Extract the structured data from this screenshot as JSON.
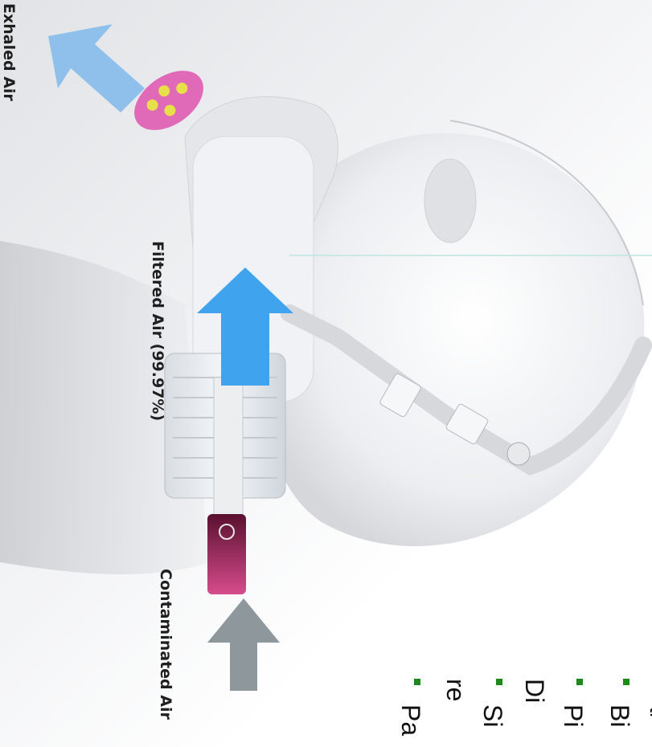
{
  "labels": {
    "exhaled": "Exhaled Air",
    "filtered": "Filtered Air (99.97%)",
    "contaminated": "Contaminated Air"
  },
  "bullets": {
    "top_fragment": "tl",
    "items": [
      "Bi",
      "Pi",
      "Di",
      "Si",
      "re",
      "Pa"
    ]
  },
  "colors": {
    "exhaled_arrow": "#8fc0ec",
    "filtered_arrow": "#3fa3ee",
    "contaminated_arrow": "#8e979c",
    "bullet_marker": "#1a8a1a",
    "valve_pink": "#e06ab8",
    "valve_yellow": "#e8e04a",
    "seal_magenta": "#b0285a"
  }
}
